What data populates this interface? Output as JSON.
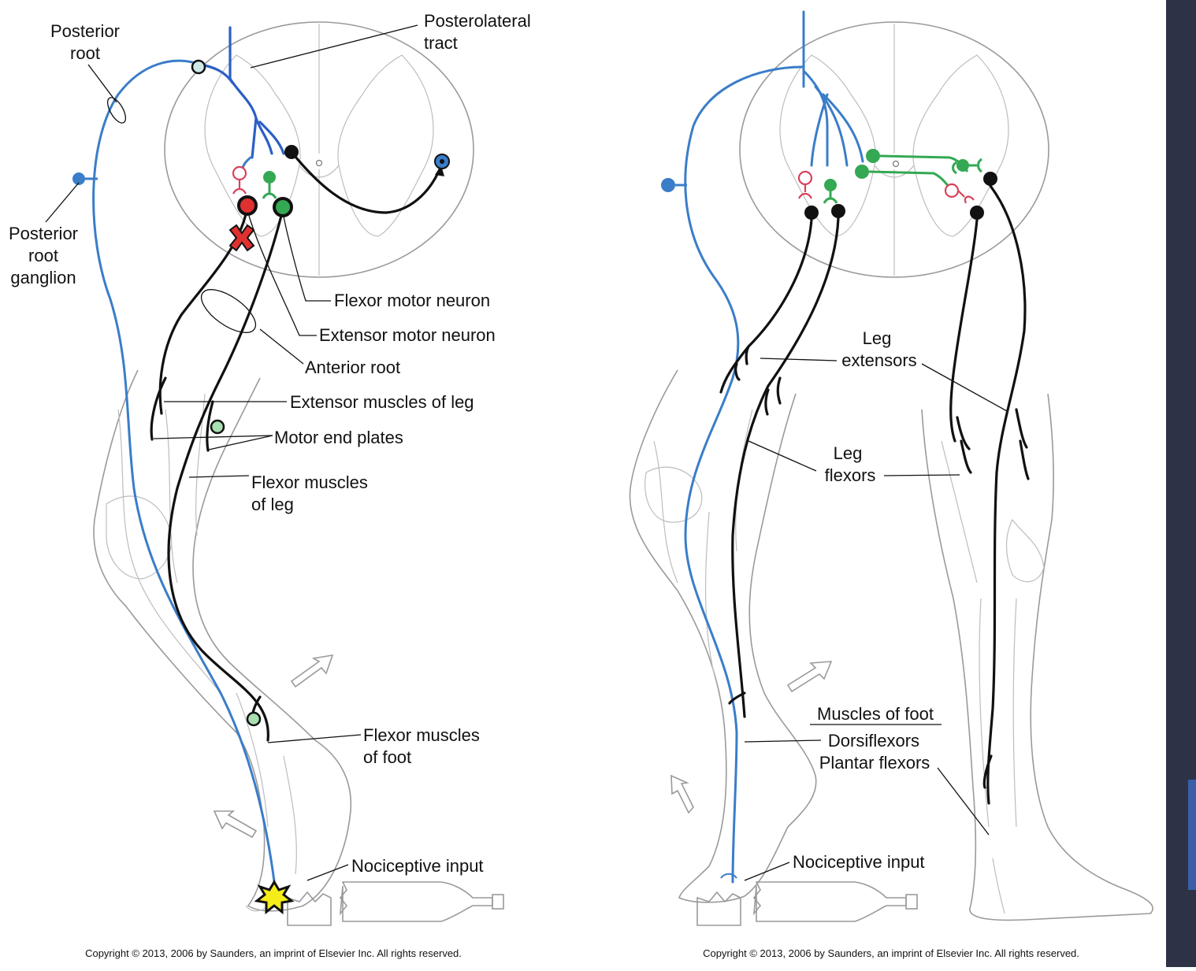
{
  "left_panel": {
    "labels": {
      "posterior_root": [
        "Posterior",
        "root"
      ],
      "posterolateral_tract": [
        "Posterolateral",
        "tract"
      ],
      "posterior_root_ganglion": [
        "Posterior",
        "root",
        "ganglion"
      ],
      "flexor_motor_neuron": "Flexor motor neuron",
      "extensor_motor_neuron": "Extensor motor neuron",
      "anterior_root": "Anterior root",
      "extensor_muscles_of_leg": "Extensor muscles of leg",
      "motor_end_plates": "Motor end plates",
      "flexor_muscles_of_leg": [
        "Flexor muscles",
        "of leg"
      ],
      "flexor_muscles_of_foot": [
        "Flexor muscles",
        "of foot"
      ],
      "nociceptive_input": "Nociceptive input"
    },
    "copyright": "Copyright © 2013, 2006 by Saunders, an imprint of Elsevier Inc. All rights reserved."
  },
  "right_panel": {
    "labels": {
      "leg_extensors": [
        "Leg",
        "extensors"
      ],
      "leg_flexors": [
        "Leg",
        "flexors"
      ],
      "muscles_of_foot": "Muscles of foot",
      "dorsiflexors": "Dorsiflexors",
      "plantar_flexors": "Plantar flexors",
      "nociceptive_input": "Nociceptive input"
    },
    "copyright": "Copyright © 2013, 2006 by Saunders, an imprint of Elsevier Inc. All rights reserved."
  },
  "colors": {
    "afferent": "#3a7dc8",
    "excitatory_interneuron": "#34a853",
    "inhibitory_interneuron": "#d8415a",
    "motor": "#111111",
    "blocked_marker": "#e03030"
  },
  "icons": [
    "red-x-block-icon",
    "pain-star-icon",
    "broken-bottle-icon",
    "movement-arrow-icon"
  ]
}
